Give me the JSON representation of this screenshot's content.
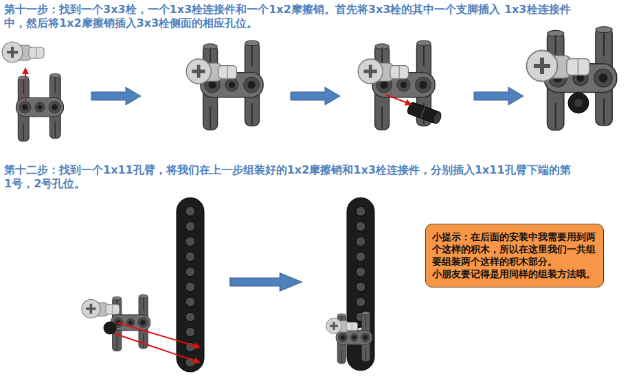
{
  "diagram": {
    "nodes": [
      {
        "text": [
          "小提示：在后面的安装中我需要用到两个这样的积木，所以在这里我们一共组要组装两个这样的积木部分。",
          "小朋友要记得是用同样的组装方法哦。"
        ]
      }
    ],
    "labels": [
      "第十一步：找到一个3x3栓，一个1x3栓连接件和一个1x2摩擦销。首先将3x3栓的其中一个支脚插入 1x3栓连接件中，然后将1x2摩擦销插入3x3栓侧面的相应孔位。",
      "第十二步：找到一个1x11孔臂，将我们在上一步组装好的1x2摩擦销和1x3栓连接件，分别插入1x11孔臂下端的第1号，2号孔位。"
    ]
  }
}
